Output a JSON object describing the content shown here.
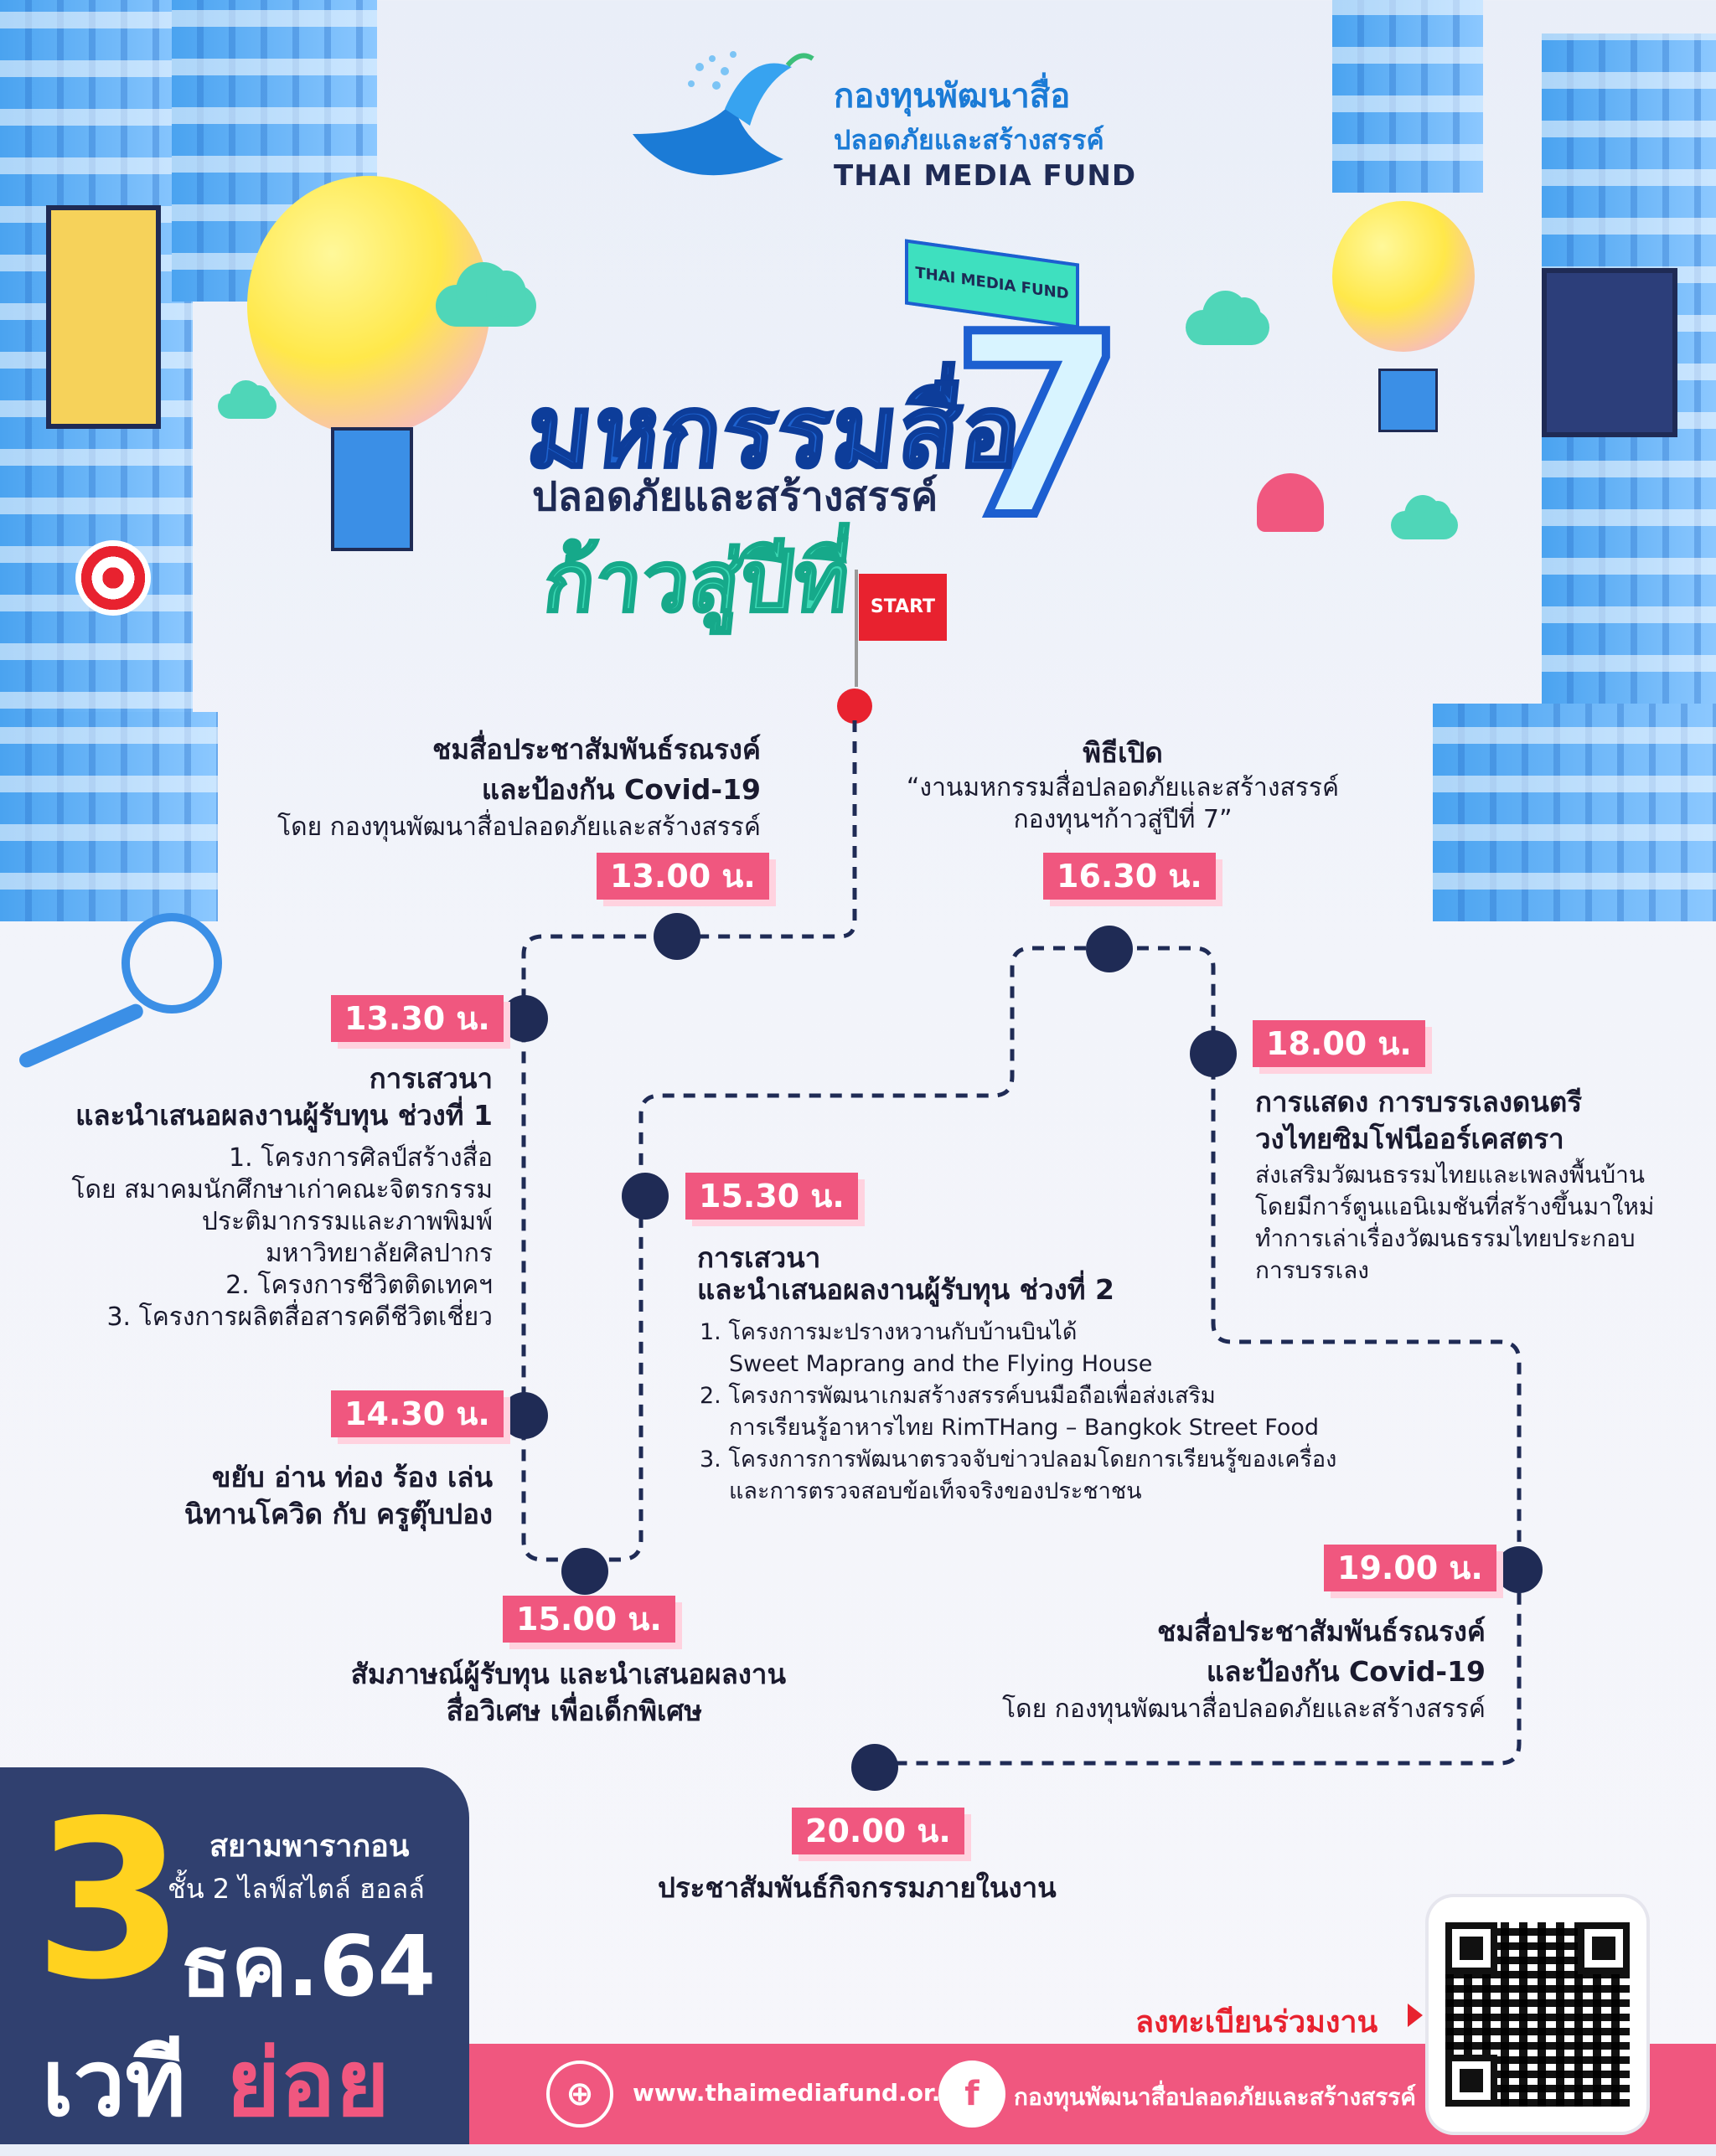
{
  "header": {
    "org_th_line1": "กองทุนพัฒนาสื่อ",
    "org_th_line2": "ปลอดภัยและสร้างสรรค์",
    "org_en": "THAI MEDIA FUND"
  },
  "title": {
    "main": "มหกรรมสื่อ",
    "sub": "ปลอดภัยและสร้างสรรค์",
    "step": "ก้าวสู่ปีที่",
    "number": "7",
    "booth": "THAI MEDIA FUND",
    "start_flag": "START"
  },
  "schedule": [
    {
      "time": "13.00 น.",
      "title1": "ชมสื่อประชาสัมพันธ์รณรงค์",
      "title2": "และป้องกัน Covid-19",
      "detail": "โดย กองทุนพัฒนาสื่อปลอดภัยและสร้างสรรค์"
    },
    {
      "time": "13.30 น.",
      "title1": "การเสวนา",
      "title2": "และนำเสนอผลงานผู้รับทุน ช่วงที่ 1",
      "items": [
        "1. โครงการศิลป์สร้างสื่อ",
        "โดย สมาคมนักศึกษาเก่าคณะจิตรกรรม",
        "ประติมากรรมและภาพพิมพ์",
        "มหาวิทยาลัยศิลปากร",
        "2. โครงการชีวิตติดเทคฯ",
        "3. โครงการผลิตสื่อสารคดีชีวิตเชี่ยว"
      ]
    },
    {
      "time": "14.30 น.",
      "title1": "ขยับ อ่าน ท่อง ร้อง เล่น",
      "title2": "นิทานโควิด กับ ครูตุ๊บปอง"
    },
    {
      "time": "15.00 น.",
      "title1": "สัมภาษณ์ผู้รับทุน และนำเสนอผลงาน",
      "title2": "สื่อวิเศษ เพื่อเด็กพิเศษ"
    },
    {
      "time": "15.30 น.",
      "title1": "การเสวนา",
      "title2": "และนำเสนอผลงานผู้รับทุน ช่วงที่ 2",
      "items": [
        "1.  โครงการมะปรางหวานกับบ้านบินได้",
        "Sweet Maprang and the Flying House",
        "2.  โครงการพัฒนาเกมสร้างสรรค์บนมือถือเพื่อส่งเสริม",
        "การเรียนรู้อาหารไทย RimTHang – Bangkok Street Food",
        "3. โครงการการพัฒนาตรวจจับข่าวปลอมโดยการเรียนรู้ของเครื่อง",
        "และการตรวจสอบข้อเท็จจริงของประชาชน"
      ]
    },
    {
      "time": "16.30 น.",
      "title1": "พิธีเปิด",
      "title2": "“งานมหกรรมสื่อปลอดภัยและสร้างสรรค์",
      "title3": "กองทุนฯก้าวสู่ปีที่ 7”"
    },
    {
      "time": "18.00 น.",
      "title1": "การแสดง การบรรเลงดนตรี",
      "title2": "วงไทยซิมโฟนีออร์เคสตรา",
      "items": [
        "ส่งเสริมวัฒนธรรมไทยและเพลงพื้นบ้าน",
        "โดยมีการ์ตูนแอนิเมชันที่สร้างขึ้นมาใหม่",
        "ทำการเล่าเรื่องวัฒนธรรมไทยประกอบ",
        "การบรรเลง"
      ]
    },
    {
      "time": "19.00 น.",
      "title1": "ชมสื่อประชาสัมพันธ์รณรงค์",
      "title2": "และป้องกัน Covid-19",
      "detail": "โดย กองทุนพัฒนาสื่อปลอดภัยและสร้างสรรค์"
    },
    {
      "time": "20.00 น.",
      "title1": "ประชาสัมพันธ์กิจกรรมภายในงาน"
    }
  ],
  "event": {
    "day": "3",
    "venue_line1": "สยามพารากอน",
    "venue_line2": "ชั้น 2 ไลฟ์สไตล์ ฮอลล์",
    "month_year": "ธค.64",
    "stage_a": "เวที",
    "stage_b": "ย่อย"
  },
  "footer": {
    "register": "ลงทะเบียนร่วมงาน",
    "website": "www.thaimediafund.or.th",
    "facebook": "กองทุนพัฒนาสื่อปลอดภัยและสร้างสรรค์",
    "facebook_icon_glyph": "f"
  },
  "colors": {
    "accent_pink": "#f0577f",
    "navy": "#1f2b55",
    "blue": "#1e63d0",
    "mint": "#3dd9b5",
    "yellow": "#ffd21f"
  }
}
